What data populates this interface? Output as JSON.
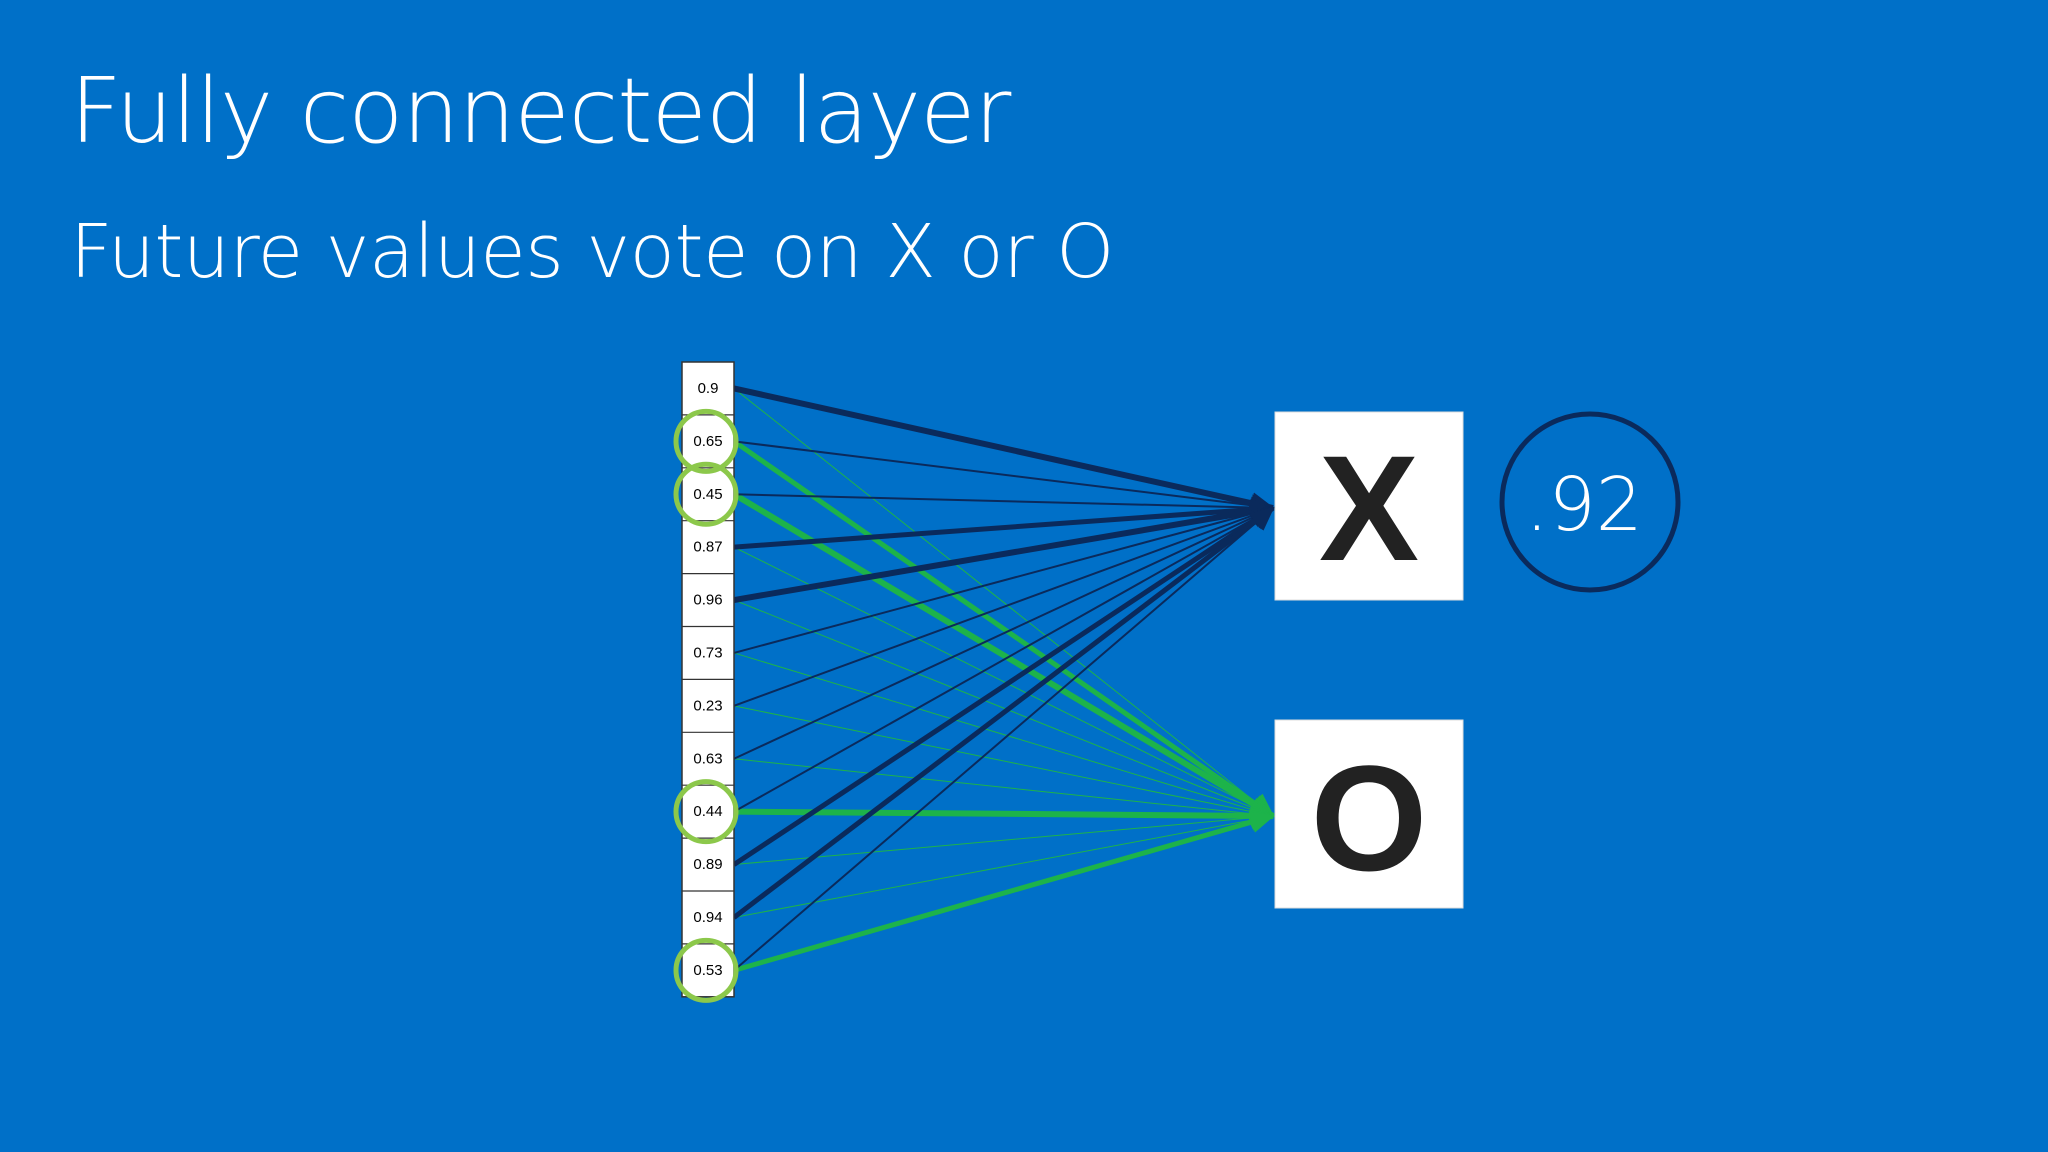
{
  "slide": {
    "title": "Fully connected layer",
    "subtitle": "Future values vote on X or O",
    "background_color": "#0070c8"
  },
  "vector": {
    "values": [
      "0.9",
      "0.65",
      "0.45",
      "0.87",
      "0.96",
      "0.73",
      "0.23",
      "0.63",
      "0.44",
      "0.89",
      "0.94",
      "0.53"
    ],
    "highlighted_indices": [
      1,
      2,
      8,
      11
    ],
    "highlight_color": "#8cc84b"
  },
  "outputs": {
    "x_label": "X",
    "o_label": "O",
    "x_score": ".92",
    "score_circle_color": "#0a2a5c"
  },
  "connections": {
    "to_x_color": "#0a2a5c",
    "to_o_color": "#1db34a",
    "to_x_weights": [
      6,
      2,
      2,
      5,
      6,
      2,
      2,
      2,
      2,
      5,
      5,
      2
    ],
    "to_o_weights": [
      1,
      5,
      6,
      1,
      1,
      1,
      1,
      1,
      6,
      1,
      1,
      5
    ]
  }
}
